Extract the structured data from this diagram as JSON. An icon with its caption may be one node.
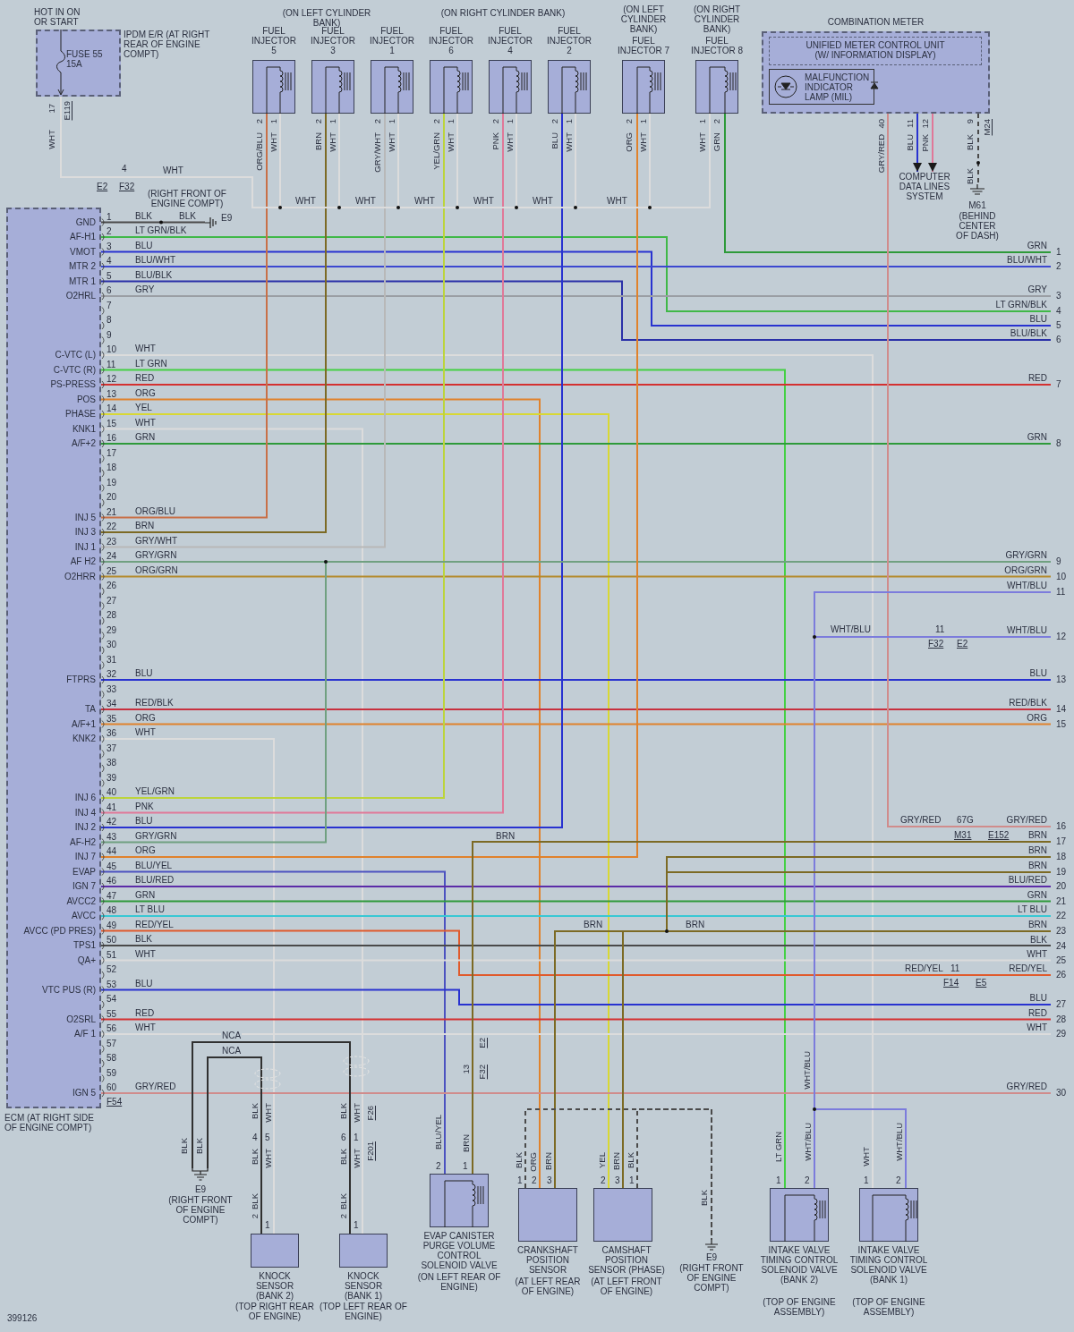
{
  "diagram": {
    "nodes": [
      {
        "text": [
          "FUSE 55 15A"
        ],
        "beside": [
          "HOT IN ON OR START",
          "IPDM E/R (AT RIGHT REAR OF ENGINE COMPT)"
        ]
      },
      {
        "text": [
          "FUEL INJECTOR 5"
        ]
      },
      {
        "text": [
          "FUEL INJECTOR 3"
        ]
      },
      {
        "text": [
          "FUEL INJECTOR 1"
        ]
      },
      {
        "text": [
          "FUEL INJECTOR 6"
        ]
      },
      {
        "text": [
          "FUEL INJECTOR 4"
        ]
      },
      {
        "text": [
          "FUEL INJECTOR 2"
        ]
      },
      {
        "text": [
          "(ON LEFT CYLINDER BANK)",
          "FUEL INJECTOR 7"
        ]
      },
      {
        "text": [
          "(ON RIGHT CYLINDER BANK)",
          "FUEL INJECTOR 8"
        ]
      },
      {
        "text": [
          "COMBINATION METER"
        ]
      },
      {
        "text": [
          "UNIFIED METER CONTROL UNIT (W/ INFORMATION DISPLAY)"
        ],
        "in": 9
      },
      {
        "text": [
          "MALFUNCTION INDICATOR LAMP (MIL)"
        ],
        "in": 9
      },
      {
        "text": [
          "COMPUTER DATA LINES SYSTEM"
        ]
      },
      {
        "text": [
          "M61"
        ],
        "beside": [
          "(BEHIND CENTER OF DASH)"
        ]
      },
      {
        "text": [
          "GND",
          "AF-H1",
          "VMOT",
          "MTR 2",
          "MTR 1",
          "O2HRL",
          "C-VTC (L)",
          "C-VTC (R)",
          "PS-PRESS",
          "POS",
          "PHASE",
          "KNK1",
          "A/F+2",
          "INJ 5",
          "INJ 3",
          "INJ 1",
          "AF H2",
          "O2HRR",
          "FTPRS",
          "TA",
          "A/F+1",
          "KNK2",
          "INJ 6",
          "INJ 4",
          "INJ 2",
          "AF-H2",
          "INJ 7",
          "EVAP",
          "IGN 7",
          "AVCC2",
          "AVCC",
          "AVCC (PD PRES)",
          "TPS1",
          "QA+",
          "VTC PUS (R)",
          "O2SRL",
          "A/F 1",
          "IGN 5",
          "ECM (AT RIGHT SIDE OF ENGINE COMPT)"
        ],
        "beside": [
          "1",
          "2",
          "3",
          "4",
          "5",
          "6",
          "7",
          "8",
          "9",
          "10",
          "11",
          "12",
          "13",
          "14",
          "15",
          "16",
          "17",
          "18",
          "19",
          "20",
          "21",
          "22",
          "23",
          "24",
          "25",
          "26",
          "27",
          "28",
          "29",
          "30",
          "31",
          "32",
          "33",
          "34",
          "35",
          "36",
          "37",
          "38",
          "39",
          "40",
          "41",
          "42",
          "43",
          "44",
          "45",
          "46",
          "47",
          "48",
          "49",
          "50",
          "51",
          "52",
          "53",
          "54",
          "55",
          "56",
          "57",
          "58",
          "59",
          "60"
        ]
      },
      {
        "text": [
          "E9"
        ],
        "beside": [
          "(RIGHT FRONT OF ENGINE COMPT)"
        ]
      },
      {
        "text": [
          "E9"
        ],
        "beside": [
          "(RIGHT FRONT OF ENGINE COMPT)"
        ]
      },
      {
        "text": [
          "KNOCK SENSOR (BANK 2)",
          "(TOP RIGHT REAR OF ENGINE)"
        ]
      },
      {
        "text": [
          "KNOCK SENSOR (BANK 1)",
          "(TOP LEFT REAR OF ENGINE)"
        ]
      },
      {
        "text": [
          "EVAP CANISTER PURGE VOLUME CONTROL SOLENOID VALVE",
          "(ON LEFT REAR OF ENGINE)"
        ]
      },
      {
        "text": [
          "CRANKSHAFT POSITION SENSOR",
          "(AT LEFT REAR OF ENGINE)"
        ]
      },
      {
        "text": [
          "CAMSHAFT POSITION SENSOR (PHASE)",
          "(AT LEFT FRONT OF ENGINE)"
        ]
      },
      {
        "text": [
          "E9"
        ],
        "beside": [
          "(RIGHT FRONT OF ENGINE COMPT)"
        ]
      },
      {
        "text": [
          "INTAKE VALVE TIMING CONTROL SOLENOID VALVE (BANK 2)",
          "(TOP OF ENGINE ASSEMBLY)"
        ]
      },
      {
        "text": [
          "INTAKE VALVE TIMING CONTROL SOLENOID VALVE (BANK 1)",
          "(TOP OF ENGINE ASSEMBLY)"
        ]
      },
      {
        "text": [
          "GRN",
          "1"
        ]
      },
      {
        "text": [
          "BLU/WHT",
          "2"
        ]
      },
      {
        "text": [
          "GRY",
          "3"
        ]
      },
      {
        "text": [
          "LT GRN/BLK",
          "4"
        ]
      },
      {
        "text": [
          "BLU",
          "5"
        ]
      },
      {
        "text": [
          "BLU/BLK",
          "6"
        ]
      },
      {
        "text": [
          "RED",
          "7"
        ]
      },
      {
        "text": [
          "GRN",
          "8"
        ]
      },
      {
        "text": [
          "GRY/GRN",
          "9"
        ]
      },
      {
        "text": [
          "ORG/GRN",
          "10"
        ]
      },
      {
        "text": [
          "WHT/BLU",
          "11"
        ]
      },
      {
        "text": [
          "WHT/BLU",
          "12"
        ]
      },
      {
        "text": [
          "BLU",
          "13"
        ]
      },
      {
        "text": [
          "RED/BLK",
          "14"
        ]
      },
      {
        "text": [
          "ORG",
          "15"
        ]
      },
      {
        "text": [
          "GRY/RED",
          "16"
        ]
      },
      {
        "text": [
          "BRN",
          "17"
        ]
      },
      {
        "text": [
          "BRN",
          "18"
        ]
      },
      {
        "text": [
          "BRN",
          "19"
        ]
      },
      {
        "text": [
          "BLU/RED",
          "20"
        ]
      },
      {
        "text": [
          "GRN",
          "21"
        ]
      },
      {
        "text": [
          "LT BLU",
          "22"
        ]
      },
      {
        "text": [
          "BRN",
          "23"
        ]
      },
      {
        "text": [
          "BLK",
          "24"
        ]
      },
      {
        "text": [
          "WHT",
          "25"
        ]
      },
      {
        "text": [
          "RED/YEL",
          "26"
        ]
      },
      {
        "text": [
          "BLU",
          "27"
        ]
      },
      {
        "text": [
          "RED",
          "28"
        ]
      },
      {
        "text": [
          "WHT",
          "29"
        ]
      },
      {
        "text": [
          "GRY/RED",
          "30"
        ]
      }
    ],
    "edges": [
      {
        "from": 14,
        "to": 15,
        "arrow": "none",
        "label": "BLK",
        "color": "#4a4a4a"
      },
      {
        "from": 14,
        "to": 28,
        "arrow": "none",
        "label": "LT GRN/BLK",
        "color": "#40b848"
      },
      {
        "from": 14,
        "to": 29,
        "arrow": "none",
        "label": "BLU",
        "color": "#2832d0"
      },
      {
        "from": 14,
        "to": 26,
        "arrow": "none",
        "label": "BLU/WHT",
        "color": "#3c48d0"
      },
      {
        "from": 14,
        "to": 30,
        "arrow": "none",
        "label": "BLU/BLK",
        "color": "#2a30a8"
      },
      {
        "from": 14,
        "to": 27,
        "arrow": "none",
        "label": "GRY",
        "color": "#9a9ea4"
      },
      {
        "from": 14,
        "to": 24,
        "arrow": "none",
        "label": "WHT",
        "color": "#dcdcdc"
      },
      {
        "from": 14,
        "to": 23,
        "arrow": "none",
        "label": "LT GRN",
        "color": "#44d044"
      },
      {
        "from": 14,
        "to": 31,
        "arrow": "none",
        "label": "RED",
        "color": "#d43030"
      },
      {
        "from": 14,
        "to": 20,
        "arrow": "none",
        "label": "ORG",
        "color": "#e0822c"
      },
      {
        "from": 14,
        "to": 21,
        "arrow": "none",
        "label": "YEL",
        "color": "#d8d834"
      },
      {
        "from": 14,
        "to": 18,
        "arrow": "none",
        "label": "WHT",
        "color": "#dcdcdc"
      },
      {
        "from": 14,
        "to": 32,
        "arrow": "none",
        "label": "GRN",
        "color": "#2e9a3a"
      },
      {
        "from": 14,
        "to": 1,
        "arrow": "none",
        "label": "ORG/BLU",
        "color": "#c87048"
      },
      {
        "from": 14,
        "to": 2,
        "arrow": "none",
        "label": "BRN",
        "color": "#7c6a24"
      },
      {
        "from": 14,
        "to": 3,
        "arrow": "none",
        "label": "GRY/WHT",
        "color": "#b8b8b8"
      },
      {
        "from": 14,
        "to": 33,
        "arrow": "none",
        "label": "GRY/GRN",
        "color": "#70a080"
      },
      {
        "from": 14,
        "to": 34,
        "arrow": "none",
        "label": "ORG/GRN",
        "color": "#b48a2c"
      },
      {
        "from": 14,
        "to": 37,
        "arrow": "none",
        "label": "BLU",
        "color": "#2832d0"
      },
      {
        "from": 14,
        "to": 38,
        "arrow": "none",
        "label": "RED/BLK",
        "color": "#c8303e"
      },
      {
        "from": 14,
        "to": 39,
        "arrow": "none",
        "label": "ORG",
        "color": "#e0822c"
      },
      {
        "from": 14,
        "to": 17,
        "arrow": "none",
        "label": "WHT",
        "color": "#dcdcdc"
      },
      {
        "from": 14,
        "to": 4,
        "arrow": "none",
        "label": "YEL/GRN",
        "color": "#bcd43c"
      },
      {
        "from": 14,
        "to": 5,
        "arrow": "none",
        "label": "PNK",
        "color": "#e07898"
      },
      {
        "from": 14,
        "to": 6,
        "arrow": "none",
        "label": "BLU",
        "color": "#2832d0"
      },
      {
        "from": 14,
        "to": 33,
        "arrow": "none",
        "label": "GRY/GRN",
        "color": "#70a080"
      },
      {
        "from": 14,
        "to": 7,
        "arrow": "none",
        "label": "ORG",
        "color": "#e0822c"
      },
      {
        "from": 14,
        "to": 19,
        "arrow": "none",
        "label": "BLU/YEL",
        "color": "#4c52c0"
      },
      {
        "from": 14,
        "to": 44,
        "arrow": "none",
        "label": "BLU/RED",
        "color": "#5c2ca8"
      },
      {
        "from": 14,
        "to": 45,
        "arrow": "none",
        "label": "GRN",
        "color": "#2e9a3a"
      },
      {
        "from": 14,
        "to": 46,
        "arrow": "none",
        "label": "LT BLU",
        "color": "#38c8d4"
      },
      {
        "from": 14,
        "to": 50,
        "arrow": "none",
        "label": "RED/YEL",
        "color": "#e05a2c"
      },
      {
        "from": 14,
        "to": 48,
        "arrow": "none",
        "label": "BLK",
        "color": "#4a4a4a"
      },
      {
        "from": 14,
        "to": 49,
        "arrow": "none",
        "label": "WHT",
        "color": "#dcdcdc"
      },
      {
        "from": 14,
        "to": 51,
        "arrow": "none",
        "label": "BLU",
        "color": "#2832d0"
      },
      {
        "from": 14,
        "to": 52,
        "arrow": "none",
        "label": "RED",
        "color": "#d43030"
      },
      {
        "from": 14,
        "to": 53,
        "arrow": "none",
        "label": "WHT",
        "color": "#dcdcdc"
      },
      {
        "from": 14,
        "to": 54,
        "arrow": "none",
        "label": "GRY/RED",
        "color": "#d08c8c"
      },
      {
        "from": 0,
        "to": 1,
        "arrow": "none",
        "color": "#dcdcdc"
      },
      {
        "from": 0,
        "to": 2,
        "arrow": "none",
        "color": "#dcdcdc"
      },
      {
        "from": 0,
        "to": 3,
        "arrow": "none",
        "color": "#dcdcdc"
      },
      {
        "from": 0,
        "to": 4,
        "arrow": "none",
        "color": "#dcdcdc"
      },
      {
        "from": 0,
        "to": 5,
        "arrow": "none",
        "color": "#dcdcdc"
      },
      {
        "from": 0,
        "to": 6,
        "arrow": "none",
        "color": "#dcdcdc"
      },
      {
        "from": 0,
        "to": 7,
        "arrow": "none",
        "color": "#dcdcdc"
      },
      {
        "from": 0,
        "to": 8,
        "arrow": "none",
        "color": "#dcdcdc"
      },
      {
        "from": 8,
        "to": 25,
        "arrow": "none",
        "color": "#2e9a3a"
      },
      {
        "from": 10,
        "to": 12,
        "arrow": "to",
        "color": "#2832d0"
      },
      {
        "from": 10,
        "to": 12,
        "arrow": "to",
        "color": "#e07898"
      },
      {
        "from": 10,
        "to": 13,
        "arrow": "none",
        "style": "dashed",
        "color": "#4a4a4a"
      },
      {
        "from": 10,
        "to": 40,
        "arrow": "none",
        "color": "#d08c8c"
      },
      {
        "from": 23,
        "to": 35,
        "arrow": "none",
        "color": "#7c7cdc"
      },
      {
        "from": 23,
        "to": 36,
        "arrow": "none",
        "color": "#7c7cdc"
      },
      {
        "from": 23,
        "to": 24,
        "arrow": "none",
        "color": "#7c7cdc"
      },
      {
        "from": 19,
        "to": 41,
        "arrow": "none",
        "color": "#7c6a24"
      },
      {
        "from": 21,
        "to": 42,
        "arrow": "none",
        "color": "#7c6a24"
      },
      {
        "from": 20,
        "to": 43,
        "arrow": "none",
        "color": "#7c6a24"
      },
      {
        "from": 20,
        "to": 47,
        "arrow": "none",
        "color": "#7c6a24"
      },
      {
        "from": 20,
        "to": 22,
        "arrow": "none",
        "style": "dashed",
        "color": "#4a4a4a"
      },
      {
        "from": 21,
        "to": 22,
        "arrow": "none",
        "style": "dashed",
        "color": "#4a4a4a"
      },
      {
        "from": 16,
        "to": 18,
        "arrow": "none",
        "label": "NCA",
        "color": "#303030"
      },
      {
        "from": 16,
        "to": 17,
        "arrow": "none",
        "label": "NCA",
        "color": "#303030"
      }
    ],
    "labels": [
      "17",
      "E119",
      "WHT",
      "4",
      "E2",
      "F32",
      "WHT",
      "(ON LEFT CYLINDER BANK)",
      "(ON RIGHT CYLINDER BANK)",
      "ORG/BLU",
      "2",
      "WHT",
      "1",
      "BRN",
      "2",
      "WHT",
      "1",
      "GRY/WHT",
      "2",
      "WHT",
      "1",
      "YEL/GRN",
      "2",
      "WHT",
      "1",
      "PNK",
      "2",
      "WHT",
      "1",
      "BLU",
      "2",
      "WHT",
      "1",
      "ORG",
      "2",
      "WHT",
      "1",
      "WHT",
      "1",
      "GRN",
      "2",
      "40",
      "GRY/RED",
      "11",
      "BLU",
      "12",
      "PNK",
      "9",
      "M24",
      "BLK",
      "BLK",
      "WHT",
      "WHT",
      "WHT",
      "WHT",
      "WHT",
      "WHT",
      "BLK",
      "F54",
      "WHT/BLU",
      "11",
      "F32",
      "E2",
      "GRY/RED",
      "67G",
      "BRN",
      "M31",
      "E152",
      "BRN",
      "BRN",
      "RED/YEL",
      "11",
      "F14",
      "E5",
      "E2",
      "13",
      "F32",
      "WHT/BLU",
      "BLK",
      "BLK",
      "BLK",
      "WHT",
      "4",
      "5",
      "BLK",
      "WHT",
      "BLK",
      "2",
      "1",
      "BLK",
      "WHT",
      "6",
      "1",
      "F26",
      "BLK",
      "WHT",
      "F201",
      "BLK",
      "2",
      "1",
      "BLU/YEL",
      "BRN",
      "2",
      "1",
      "BLK",
      "ORG",
      "BRN",
      "1",
      "2",
      "3",
      "YEL",
      "BRN",
      "BLK",
      "2",
      "3",
      "1",
      "BLK",
      "LT GRN",
      "WHT/BLU",
      "1",
      "2",
      "WHT",
      "WHT/BLU",
      "1",
      "2",
      "399126"
    ]
  }
}
